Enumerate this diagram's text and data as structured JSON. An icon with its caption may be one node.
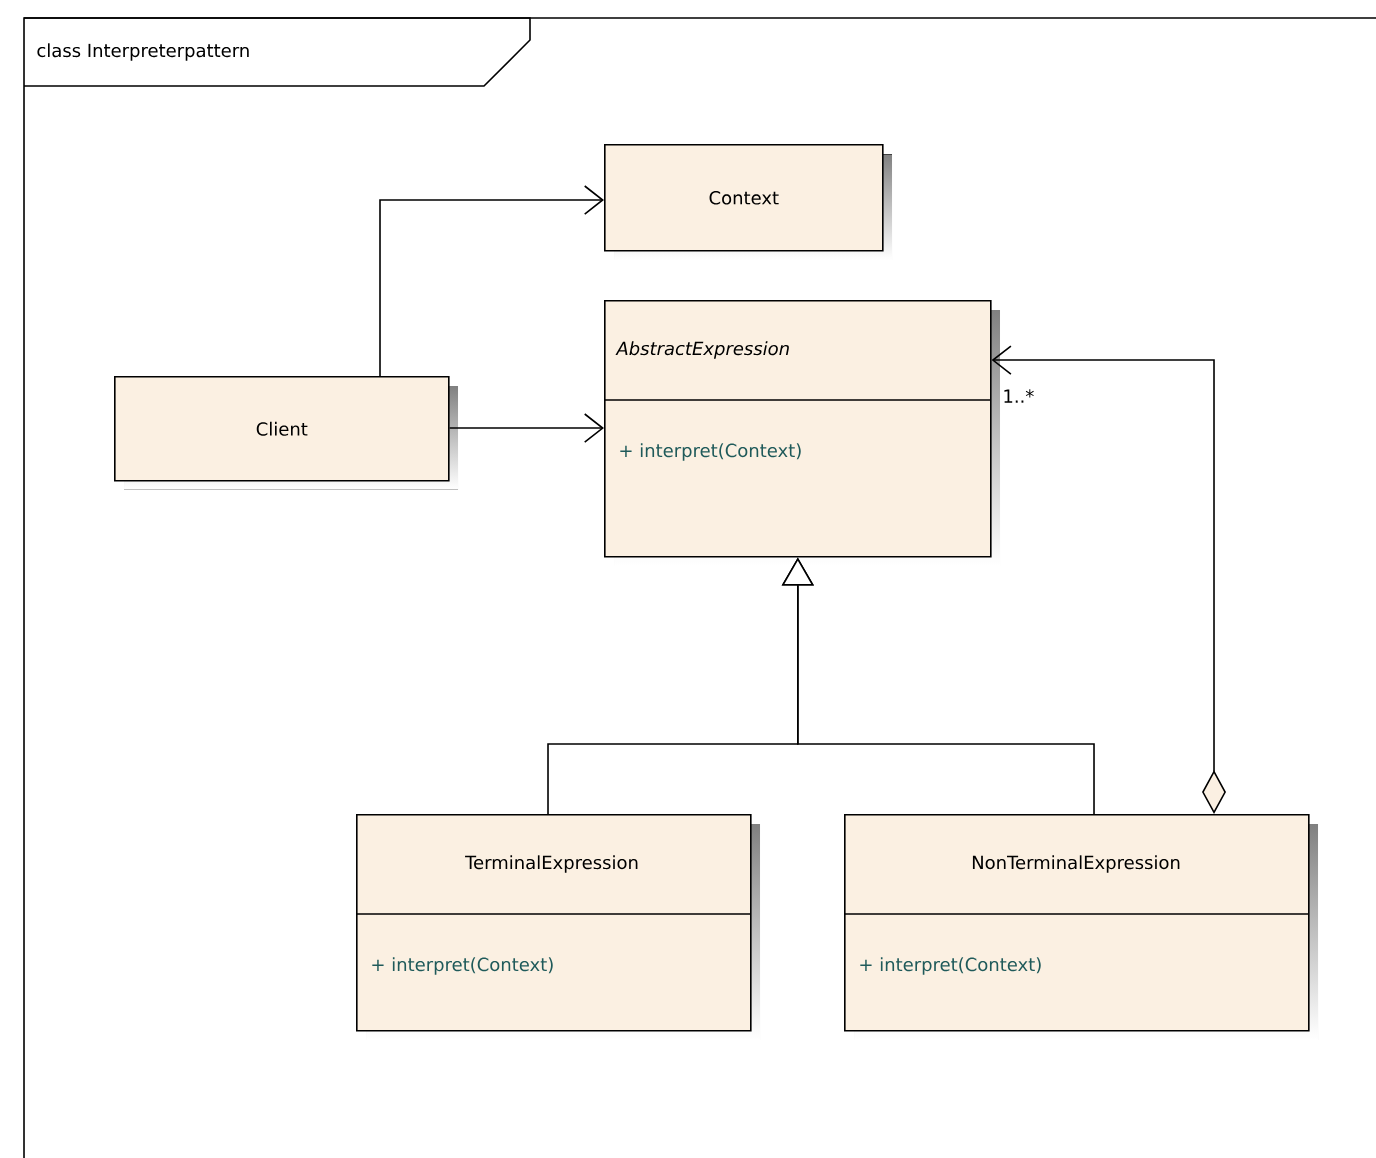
{
  "diagram": {
    "title": "class Interpreterpattern",
    "nodes": [
      {
        "text": [
          "Context"
        ]
      },
      {
        "text": [
          "AbstractExpression",
          "+ interpret(Context)"
        ]
      },
      {
        "text": [
          "Client"
        ]
      },
      {
        "text": [
          "TerminalExpression",
          "+ interpret(Context)"
        ]
      },
      {
        "text": [
          "NonTerminalExpression",
          "+ interpret(Context)"
        ]
      }
    ],
    "edges": [
      {
        "from": 2,
        "to": 0,
        "arrow": "to"
      },
      {
        "from": 2,
        "to": 1,
        "arrow": "to"
      },
      {
        "from": 3,
        "to": 1,
        "arrow": "to"
      },
      {
        "from": 4,
        "to": 1,
        "arrow": "to"
      },
      {
        "from": 4,
        "to": 1,
        "arrow": "to",
        "label": "1..*"
      }
    ]
  }
}
